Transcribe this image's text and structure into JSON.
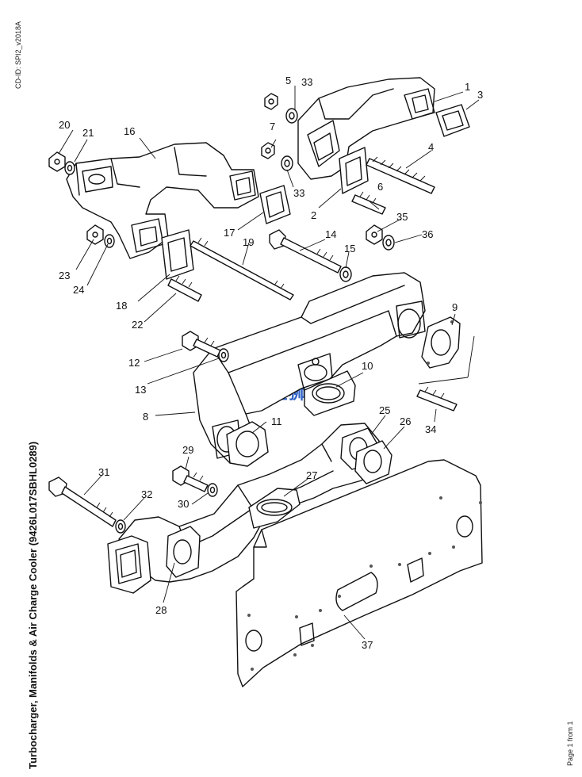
{
  "doc": {
    "cd_id": "CD-ID: SPI2_v2018A",
    "title": "Turbocharger, Manifolds & Air Charge Cooler (9426L017SBHL0289)",
    "page": "Page 1 from 1",
    "watermark": "英金狮"
  },
  "callouts": [
    "1",
    "2",
    "3",
    "4",
    "5",
    "6",
    "7",
    "8",
    "9",
    "10",
    "11",
    "12",
    "13",
    "14",
    "15",
    "16",
    "17",
    "18",
    "19",
    "20",
    "21",
    "22",
    "23",
    "24",
    "25",
    "26",
    "27",
    "28",
    "29",
    "30",
    "31",
    "32",
    "33",
    "33",
    "34",
    "35",
    "36",
    "37"
  ]
}
